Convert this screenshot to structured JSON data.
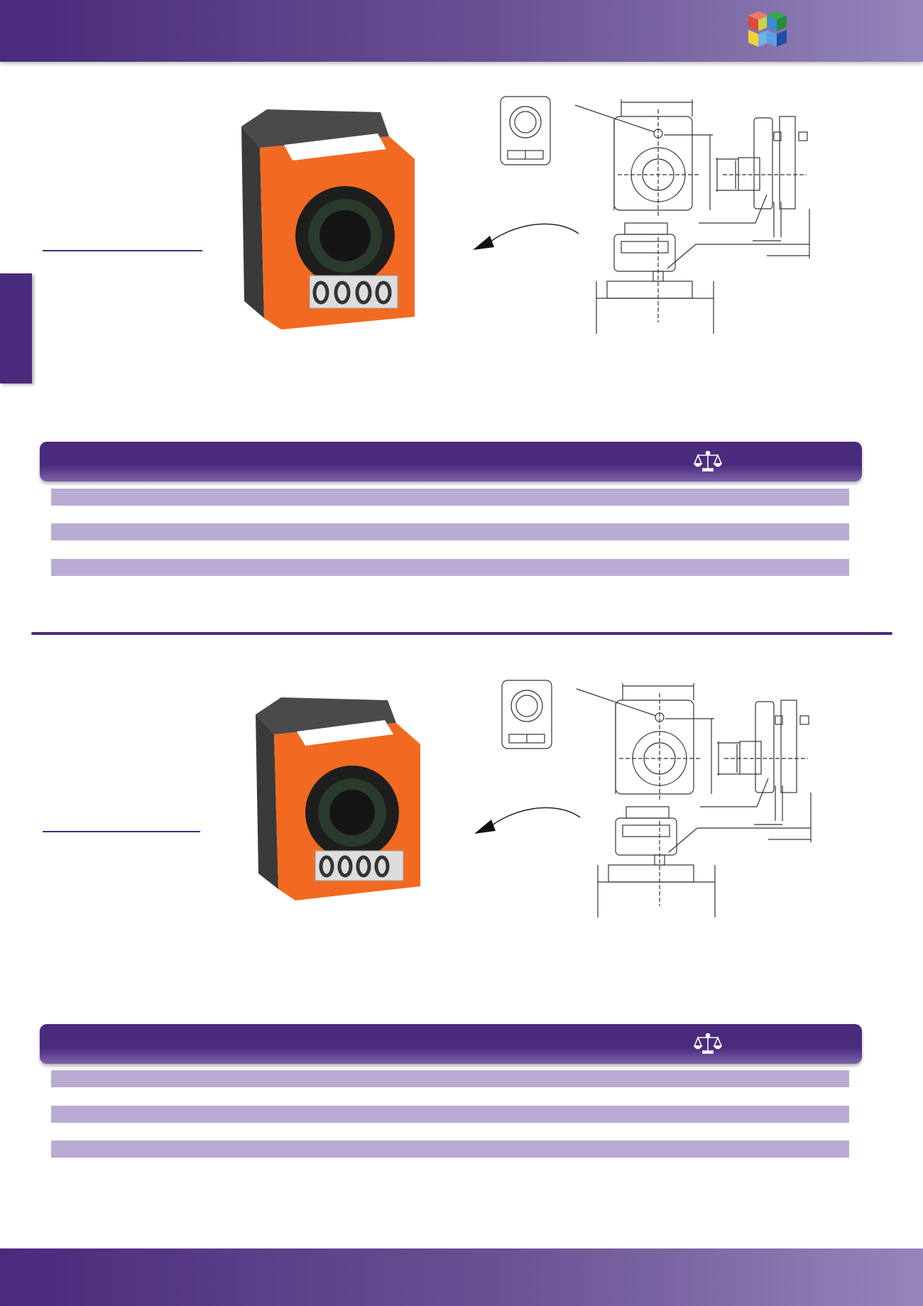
{
  "header": {
    "logo_icon": "color-cube-logo",
    "color": "#4a2a7c"
  },
  "sections": [
    {
      "photo_icon": "position-indicator-photo",
      "drawing_icon": "technical-drawing",
      "weight_icon": "scale-icon",
      "rows": 3
    },
    {
      "photo_icon": "position-indicator-photo",
      "drawing_icon": "technical-drawing",
      "weight_icon": "scale-icon",
      "rows": 3
    }
  ],
  "colors": {
    "accent": "#4a2a7c",
    "row": "#b9abd2",
    "device_orange": "#f26a22"
  }
}
